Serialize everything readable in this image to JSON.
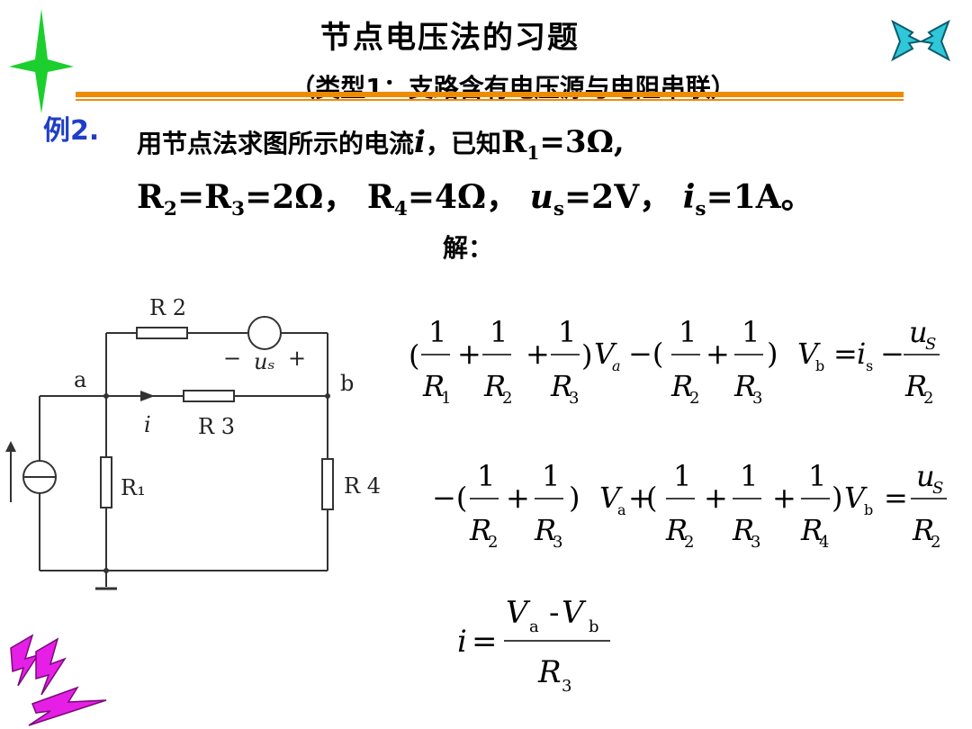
{
  "title": "节点电压法的习题",
  "subtitle": "（类型1：支路含有电压源与电阻串联）",
  "example_label": "例2.",
  "problem": {
    "line1_text": "用节点法求图所示的电流",
    "line1_var": "i",
    "line1_mid": "，已知",
    "r1_name": "R",
    "r1_sub": "1",
    "r1_value": "=3Ω,",
    "r2_name": "R",
    "r2_sub": "2",
    "eq_r3": "=R",
    "r3_sub": "3",
    "r23_value": "=2Ω，",
    "r4_name": "R",
    "r4_sub": "4",
    "r4_value": "=4Ω，",
    "us_var": "u",
    "us_sub": "s",
    "us_value": "=2V，",
    "is_var": "i",
    "is_sub": "s",
    "is_value": "=1A。"
  },
  "solution_label": "解：",
  "circuit": {
    "node_a": "a",
    "node_b": "b",
    "r1": "R₁",
    "r2": "R 2",
    "r3": "R 3",
    "r4": "R 4",
    "us": "uₛ",
    "us_minus": "−",
    "us_plus": "+",
    "current": "i"
  },
  "equations": {
    "one": "1",
    "R": "R",
    "V": "V",
    "u": "u",
    "i": "i",
    "sub1": "1",
    "sub2": "2",
    "sub3": "3",
    "sub4": "4",
    "sub_a": "a",
    "sub_b": "b",
    "sub_s": "s",
    "sub_S": "S",
    "plus": "+",
    "minus": "−",
    "eq": "=",
    "lparen": "(",
    "rparen": ")",
    "neg_lparen": "−(",
    "dash": "-"
  },
  "icons": [
    "star-icon",
    "arrows-icon",
    "lightning-icon"
  ],
  "colors": {
    "rule": "#f08a00",
    "example": "#1f3ec8",
    "star": "#1ccf2e",
    "lightning": "#e61fe6",
    "arrows": "#30c8d8"
  }
}
